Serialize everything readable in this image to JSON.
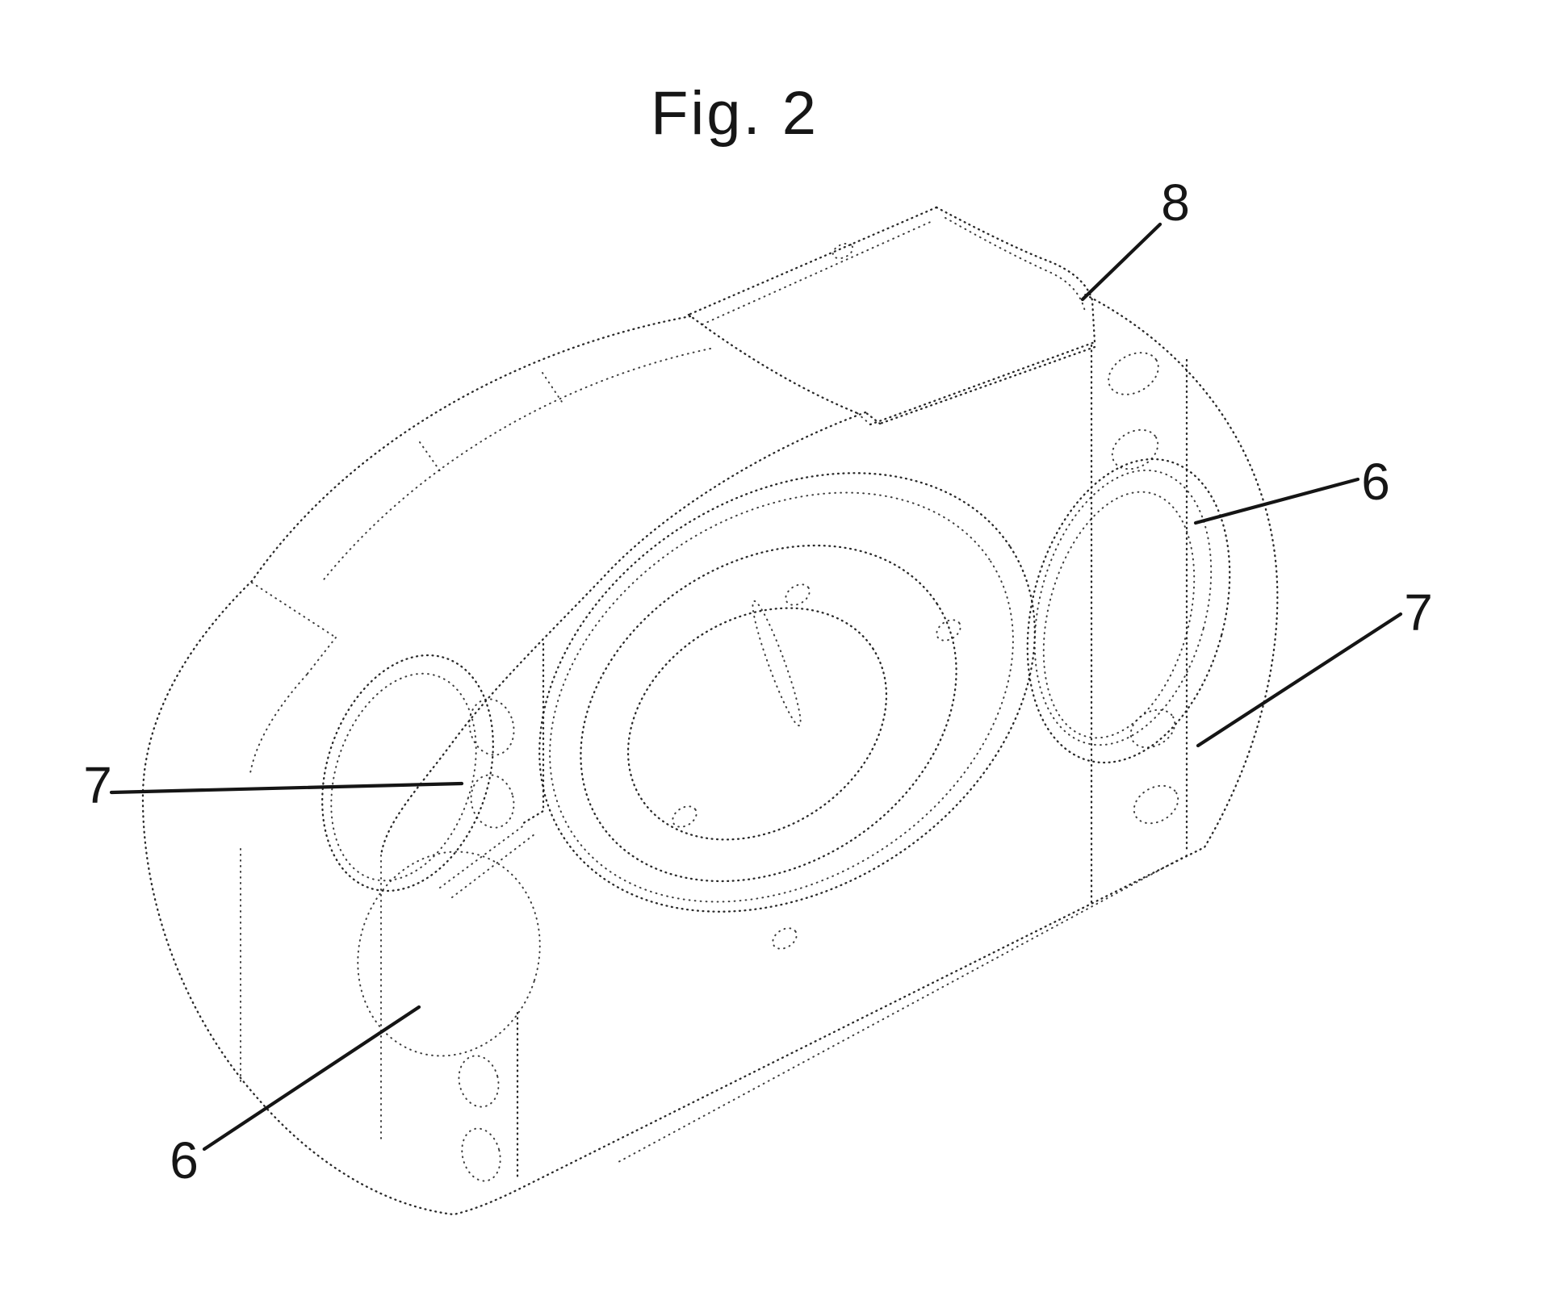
{
  "figure": {
    "title": "Fig. 2",
    "ink_color": "#1a1a1a",
    "background_color": "#ffffff",
    "reference_labels": [
      {
        "id": "8",
        "text": "8"
      },
      {
        "id": "6-upper-right",
        "text": "6"
      },
      {
        "id": "7-right",
        "text": "7"
      },
      {
        "id": "7-left",
        "text": "7"
      },
      {
        "id": "6-lower-left",
        "text": "6"
      }
    ]
  }
}
